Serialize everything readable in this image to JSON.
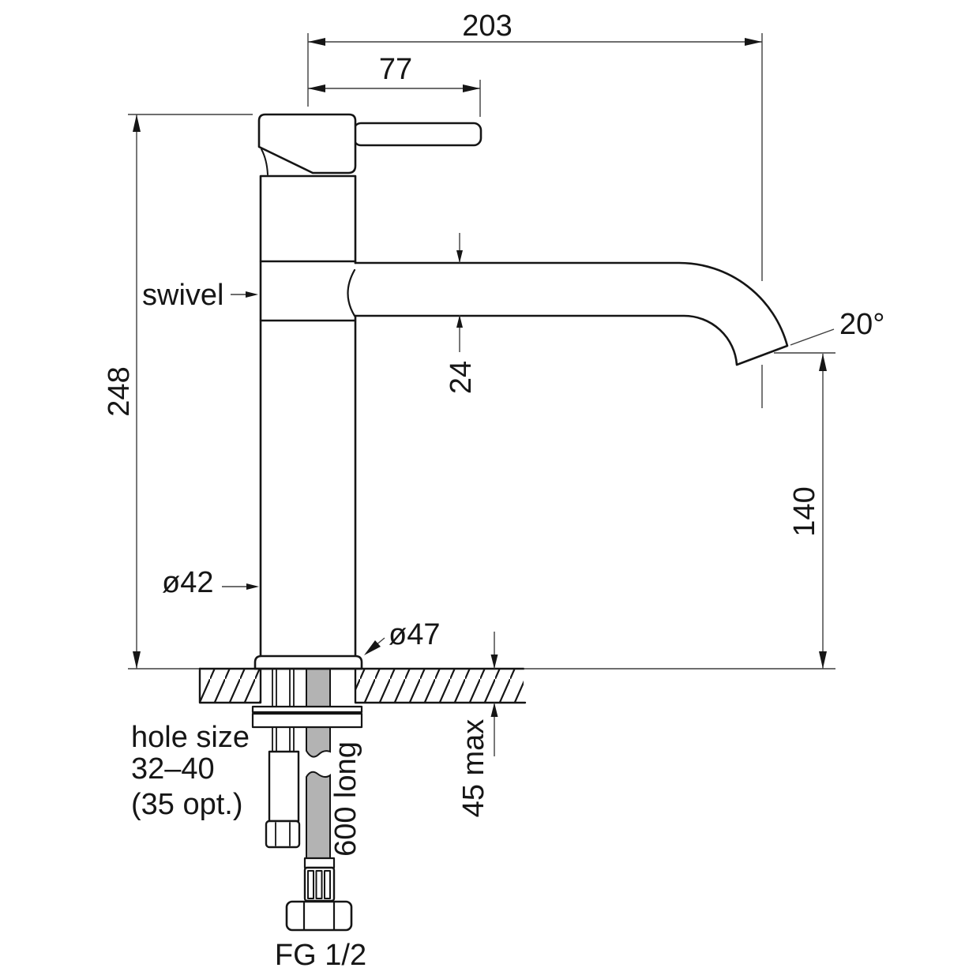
{
  "drawing": {
    "dims": {
      "total_width": "203",
      "handle_reach": "77",
      "body_height": "248",
      "spout_tube": "24",
      "spout_angle": "20°",
      "outlet_height": "140",
      "body_dia": "ø42",
      "flange_dia": "ø47",
      "deck_max": "45 max"
    },
    "labels": {
      "swivel": "swivel",
      "hole_line1": "hole size",
      "hole_line2": "32–40",
      "hole_line3": "(35 opt.)",
      "hose_length": "600 long",
      "thread_size": "FG 1/2"
    },
    "colors": {
      "outline": "#151515",
      "dim_line": "#3f3f3f",
      "hose_fill": "#b3b3b3",
      "background": "#ffffff"
    }
  }
}
